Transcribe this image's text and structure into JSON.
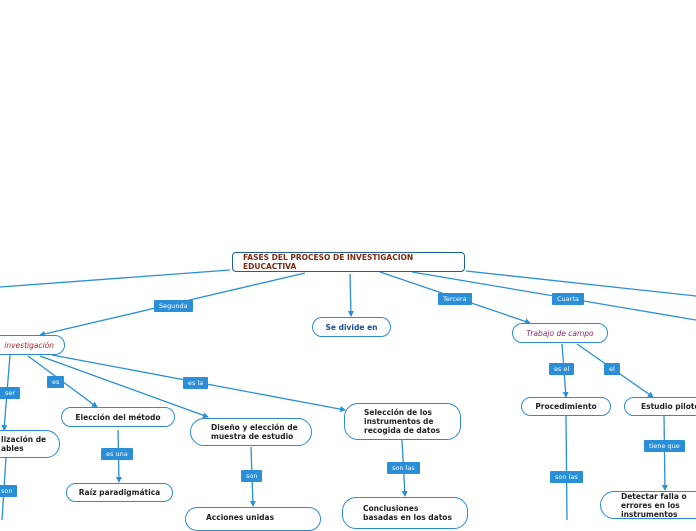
{
  "root": "FASES DEL PROCESO DE INVESTIGACION EDUCACTIVA",
  "nodes": {
    "investigacion": "investigación",
    "se_divide": "Se divide en",
    "trabajo_campo": "Trabajo de campo",
    "eleccion_metodo": "Elección del método",
    "operacionalizacion": "lización de ables",
    "diseno": "Diseño y elección de muestra de estudio",
    "seleccion_instrumentos": "Selección de los instrumentos de recogida de datos",
    "raiz": "Raíz paradigmática",
    "acciones": "Acciones unidas",
    "conclusiones": "Conclusiones basadas en los datos",
    "procedimiento": "Procedimiento",
    "estudio_piloto": "Estudio piloto",
    "detectar": "Detectar falla o errores en los instrumentos"
  },
  "labels": {
    "segunda": "Segunda",
    "tercera": "Tercera",
    "cuarta": "Cuarta",
    "ser": "ser",
    "es": "es",
    "es_la": "es la",
    "es_una": "es una",
    "son": "son",
    "son_las_1": "son las",
    "es_el": "es el",
    "el": "el",
    "tiene_que": "tiene que",
    "son_las_2": "son las",
    "son_left": "son"
  }
}
